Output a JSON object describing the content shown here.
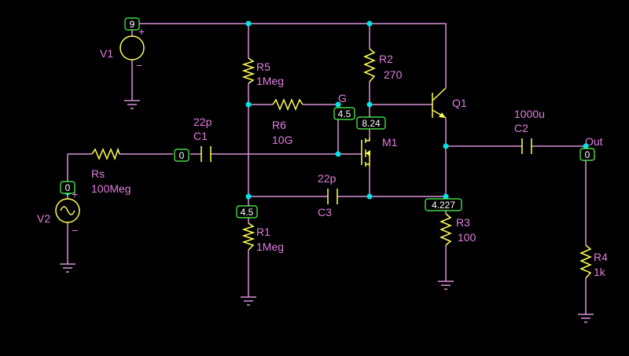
{
  "components": {
    "v1": {
      "name": "V1"
    },
    "v2": {
      "name": "V2"
    },
    "r5": {
      "name": "R5",
      "value": "1Meg"
    },
    "r2": {
      "name": "R2",
      "value": "270"
    },
    "r6": {
      "name": "R6",
      "value": "10G"
    },
    "rs": {
      "name": "Rs",
      "value": "100Meg"
    },
    "c1": {
      "name": "C1",
      "value": "22p"
    },
    "c3": {
      "name": "C3",
      "value": "22p"
    },
    "r1": {
      "name": "R1",
      "value": "1Meg"
    },
    "r3": {
      "name": "R3",
      "value": "100"
    },
    "c2": {
      "name": "C2",
      "value": "1000u"
    },
    "r4": {
      "name": "R4",
      "value": "1k"
    },
    "q1": {
      "name": "Q1"
    },
    "m1": {
      "name": "M1"
    }
  },
  "nets": {
    "gate": "G",
    "output": "Out"
  },
  "voltages": {
    "supply": "9",
    "v2_top": "0",
    "c1_node": "0",
    "gate": "4.5",
    "drain": "8.24",
    "divider": "4.5",
    "emitter": "4.227",
    "out": "0"
  },
  "polarity": {
    "plus": "+",
    "minus": "−"
  },
  "colors": {
    "wire": "#d98fd9",
    "component": "#ffff55",
    "label": "#e07ee0",
    "node_dot": "#00e5e5",
    "voltage_box": "#55ff55",
    "background": "#000000"
  }
}
